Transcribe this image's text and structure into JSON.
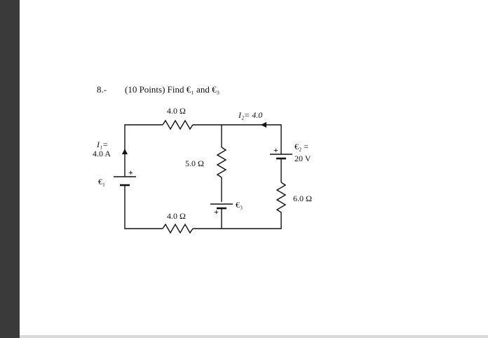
{
  "question": {
    "number": "8.-",
    "text": "(10 Points) Find €₁ and €₃"
  },
  "circuit": {
    "r_top": "4.0 Ω",
    "r_bottom": "4.0 Ω",
    "r_middle": "5.0 Ω",
    "r_right": "6.0 Ω",
    "i2_label": "I₂= 4.0",
    "i1_label_line1": "I₁=",
    "i1_label_line2": "4.0 A",
    "e1_label": "€₁",
    "e2_label_line1": "€₂ =",
    "e2_label_line2": "20 V",
    "e3_label": "€₃",
    "plus": "+"
  }
}
